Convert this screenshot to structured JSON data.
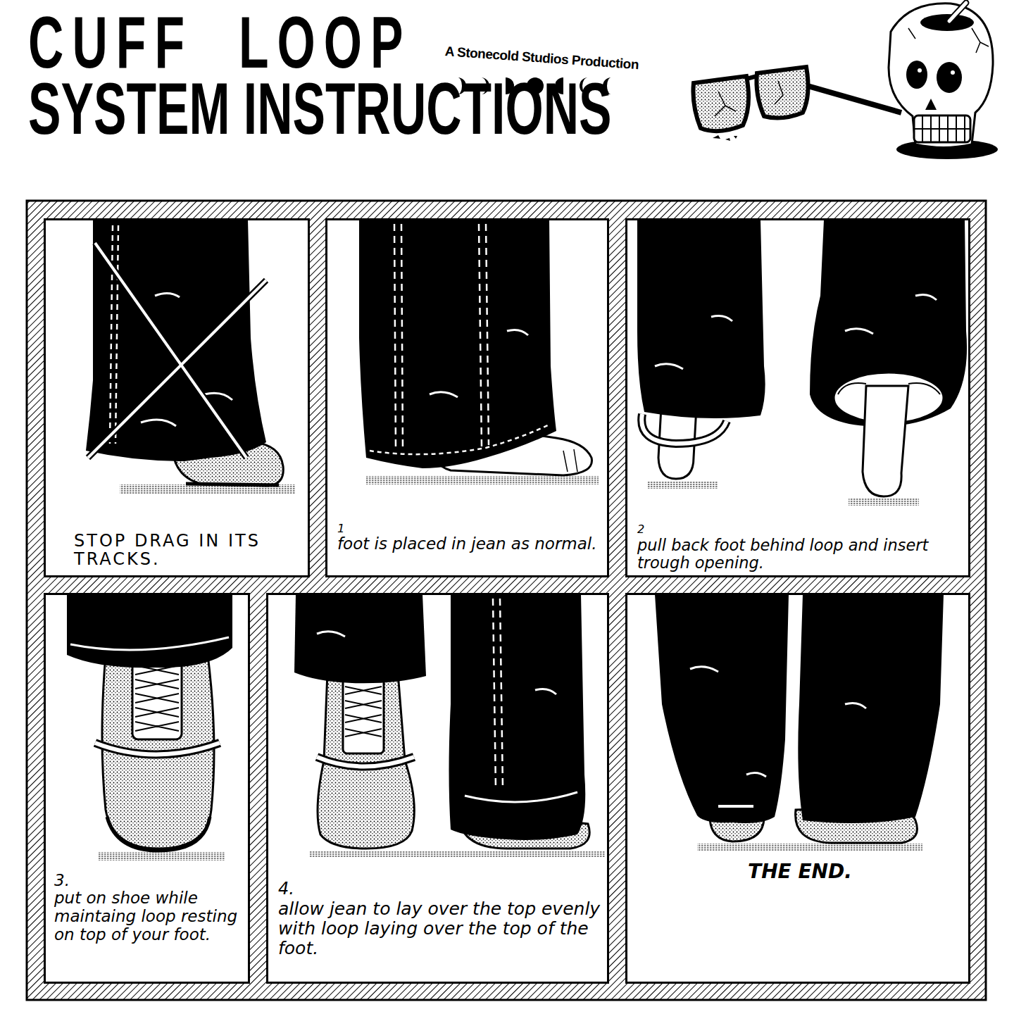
{
  "diagram": {
    "title": "CUFF LOOP SYSTEM INSTRUCTIONS",
    "nodes": [
      {
        "text": [
          "STOP DRAG IN ITS TRACKS."
        ]
      },
      {
        "text": [
          "1",
          "foot is placed in jean as normal."
        ]
      },
      {
        "text": [
          "2",
          "pull back foot behind loop and insert trough opening."
        ]
      },
      {
        "text": [
          "3.",
          "put on shoe while maintaing loop resting on top of your foot."
        ]
      },
      {
        "text": [
          "4.",
          "allow jean to lay over the top evenly with loop laying over the top of the foot."
        ]
      },
      {
        "text": [
          "THE END."
        ]
      }
    ],
    "labels": [
      "A Stonecold Studios Production"
    ]
  }
}
